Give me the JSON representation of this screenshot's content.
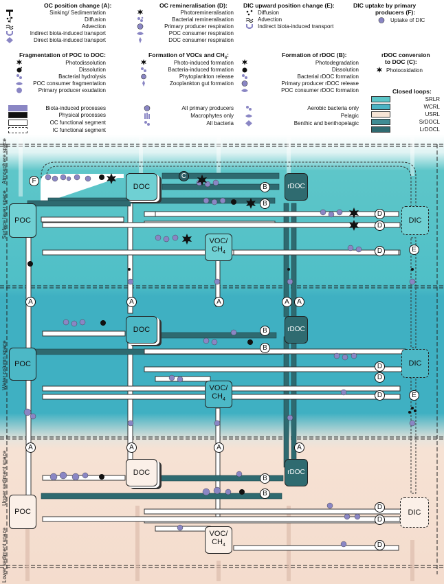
{
  "legend": {
    "oc_position": {
      "title": "OC position change (A):",
      "items": [
        "Sinking/ Sedimentation",
        "Diffusion",
        "Advection",
        "Indirect biota-induced transport",
        "Direct biota-induced transport"
      ]
    },
    "oc_remin": {
      "title": "OC remineralisation (D):",
      "items": [
        "Photoremineralisation",
        "Bacterial remineralisation",
        "Primary producer respiration",
        "POC consumer respiration",
        "DOC consumer respiration"
      ]
    },
    "dic_upward": {
      "title": "DIC upward position change (E):",
      "items": [
        "Diffusion",
        "Advection",
        "Indirect biota-induced transport"
      ]
    },
    "dic_uptake": {
      "title_line1": "DIC uptake by primary",
      "title_line2": "producers (F):",
      "items": [
        "Uptake of DIC"
      ]
    },
    "fragmentation": {
      "title": "Fragmentation of POC to DOC:",
      "items": [
        "Photodissolution",
        "Dissolution",
        "Bacterial hydrolysis",
        "POC consumer fragmentation",
        "Primary producer exudation"
      ]
    },
    "vocs": {
      "title": "Formation of VOCs and CH",
      "title_sub": "4",
      "title_end": ":",
      "items": [
        "Photo-induced formation",
        "Bacteria-induced formation",
        "Phytoplankton release",
        "Zooplankton gut formation"
      ]
    },
    "rdoc": {
      "title": "Formation of rDOC (B):",
      "items": [
        "Photodegradation",
        "Dissolution",
        "Bacterial rDOC formation",
        "Primary producer rDOC release",
        "POC consumer rDOC formation"
      ]
    },
    "rdoc_conv": {
      "title_line1": "rDOC conversion",
      "title_line2": "to DOC (C):",
      "items": [
        "Photooxidation"
      ]
    },
    "process_types": [
      "Biota-induced processes",
      "Physical processes",
      "OC functional segment",
      "IC functional segment"
    ],
    "biota_groups": [
      "All primary producers",
      "Macrophytes only",
      "All bacteria"
    ],
    "bacteria_groups": [
      "Aerobic bacteria only",
      "Pelagic",
      "Benthic and benthopelagic"
    ],
    "closed_loops": {
      "title": "Closed loops:",
      "items": [
        {
          "label": "SRLR",
          "color": "#5cc6c8"
        },
        {
          "label": "WCRL",
          "color": "#4bb3c4"
        },
        {
          "label": "USRL",
          "color": "#f6e4d6"
        },
        {
          "label": "SrDOCL",
          "color": "#3f8c94"
        },
        {
          "label": "LrDOCL",
          "color": "#2e6a70"
        }
      ]
    }
  },
  "spaces": [
    "Atmosphere space",
    "Surface layer space",
    "Water column space",
    "Upper sediment space",
    "Lower sediment space"
  ],
  "boxes": {
    "surface": {
      "poc": "POC",
      "doc": "DOC",
      "rdoc": "rDOC",
      "voc": "VOC/",
      "voc_sub": "CH",
      "voc_sub4": "4",
      "dic": "DIC"
    },
    "water": {
      "poc": "POC",
      "doc": "DOC",
      "rdoc": "rDOC",
      "voc": "VOC/",
      "voc_sub": "CH",
      "voc_sub4": "4",
      "dic": "DIC"
    },
    "sediment": {
      "poc": "POC",
      "doc": "DOC",
      "rdoc": "rDOC",
      "voc": "VOC/",
      "voc_sub": "CH",
      "voc_sub4": "4",
      "dic": "DIC"
    }
  },
  "badges": {
    "a": "A",
    "b": "B",
    "c": "C",
    "d": "D",
    "e": "E",
    "f": "F"
  },
  "colors": {
    "surface_bg": "#5ec6c9",
    "water_bg": "#3fb0c2",
    "sediment_bg": "#f6e2d4",
    "box_surface": "#6fd0d3",
    "box_water": "#4cb8c6",
    "box_sediment": "#fbf0e8",
    "rdoc": "#2f6b70",
    "arrow_dark": "#2e6a70",
    "biota": "#8a86c4"
  }
}
